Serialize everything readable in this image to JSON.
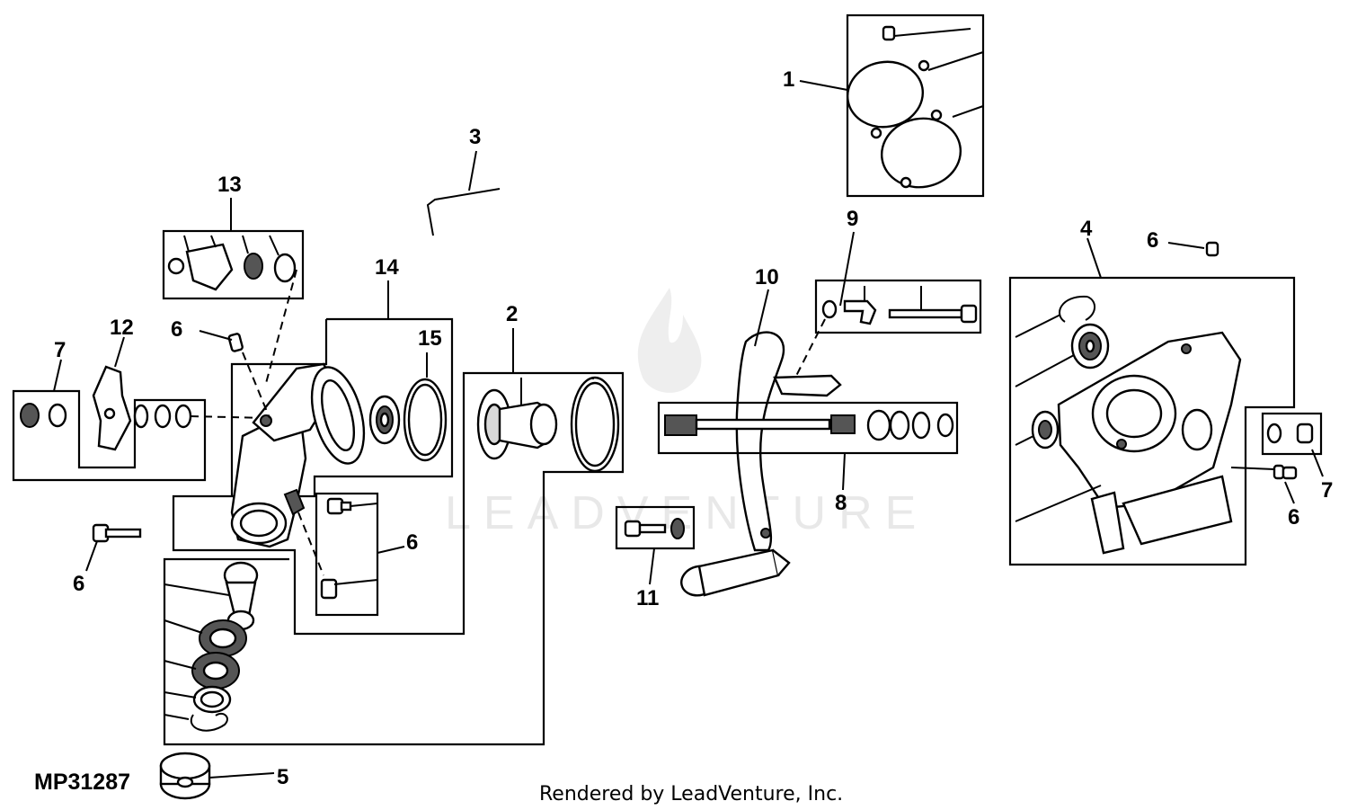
{
  "figure": {
    "id": "MP31287",
    "footer": "Rendered by LeadVenture, Inc.",
    "watermark": "LEADVENTURE"
  },
  "callouts": {
    "c1": "1",
    "c2": "2",
    "c3": "3",
    "c4": "4",
    "c5": "5",
    "c6a": "6",
    "c6b": "6",
    "c6c": "6",
    "c6d": "6",
    "c6e": "6",
    "c7a": "7",
    "c7b": "7",
    "c8": "8",
    "c9": "9",
    "c10": "10",
    "c11": "11",
    "c12": "12",
    "c13": "13",
    "c14": "14",
    "c15": "15"
  }
}
